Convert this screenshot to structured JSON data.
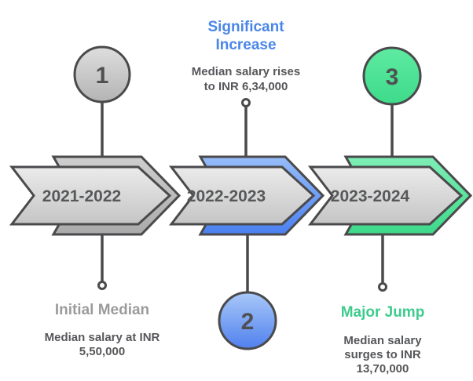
{
  "diagram": {
    "kind": "salary-timeline-infographic",
    "background": "#ffffff",
    "outline_color": "#4a4a4c",
    "body_text_color": "#56575a"
  },
  "timeline": {
    "segments": [
      {
        "year": "2021-2022",
        "accent_name": "gray",
        "accent": "#b5b5b5"
      },
      {
        "year": "2022-2023",
        "accent_name": "blue",
        "accent": "#5b8ff5"
      },
      {
        "year": "2023-2024",
        "accent_name": "green",
        "accent": "#45dd92"
      }
    ]
  },
  "milestones": [
    {
      "number": "1",
      "color_name": "gray",
      "color": "#c9c9c9"
    },
    {
      "number": "2",
      "color_name": "blue",
      "color": "#6a9af3"
    },
    {
      "number": "3",
      "color_name": "green",
      "color": "#4ce297"
    }
  ],
  "callouts": {
    "initial_median": {
      "title": "Initial Median",
      "title_color": "#9b9b9b",
      "body_line1": "Median salary at INR",
      "body_line2": "5,50,000"
    },
    "significant_increase": {
      "title_line1": "Significant",
      "title_line2": "Increase",
      "title_color": "#4a86e8",
      "body_line1": "Median salary rises",
      "body_line2": "to INR 6,34,000"
    },
    "major_jump": {
      "title": "Major Jump",
      "title_color": "#3fcb8e",
      "body_line1": "Median salary",
      "body_line2": "surges to INR",
      "body_line3": "13,70,000"
    }
  }
}
